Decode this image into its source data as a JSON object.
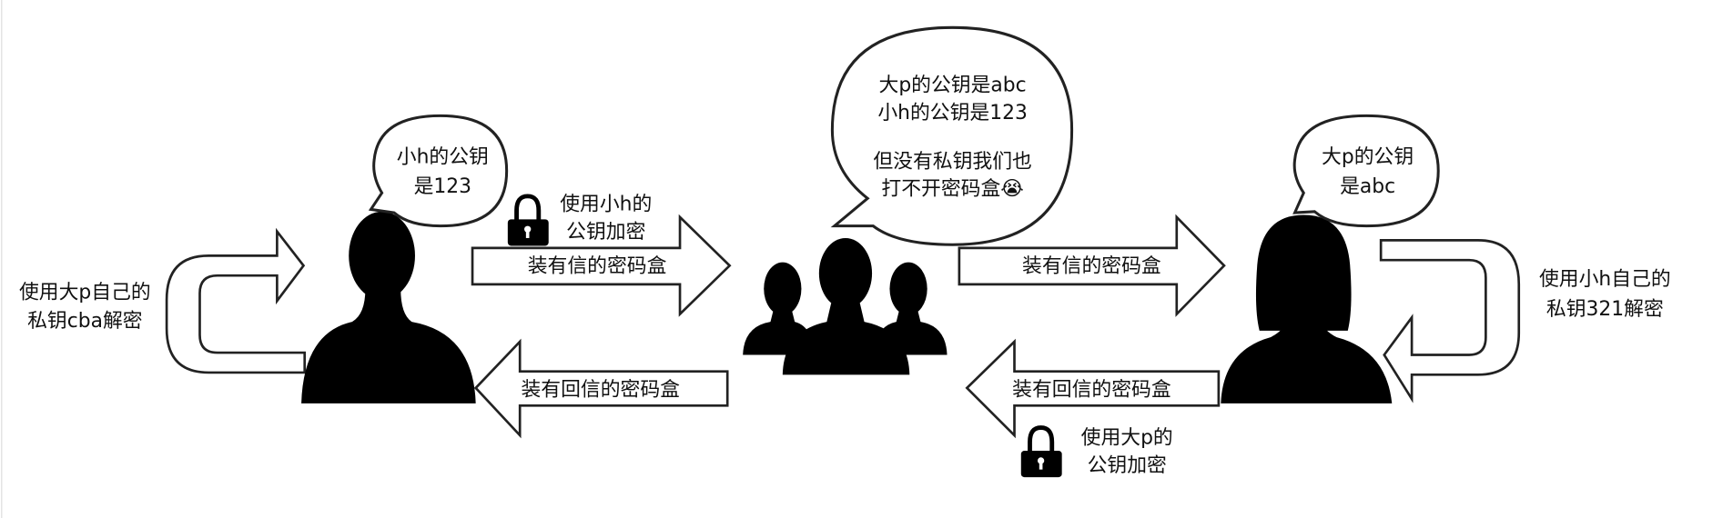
{
  "left_person": {
    "bubble": [
      "小h的公钥",
      "是123"
    ],
    "decrypt_note": [
      "使用大p自己的",
      "私钥cba解密"
    ]
  },
  "top_left_lock_note": [
    "使用小h的",
    "公钥加密"
  ],
  "arrows": {
    "left_to_center": "装有信的密码盒",
    "center_to_left": "装有回信的密码盒",
    "center_to_right": "装有信的密码盒",
    "right_to_center": "装有回信的密码盒"
  },
  "center_group": {
    "bubble": [
      "大p的公钥是abc",
      "小h的公钥是123",
      "但没有私钥我们也",
      "打不开密码盒😭"
    ]
  },
  "right_person": {
    "bubble": [
      "大p的公钥",
      "是abc"
    ],
    "decrypt_note": [
      "使用小h自己的",
      "私钥321解密"
    ]
  },
  "bottom_right_lock_note": [
    "使用大p的",
    "公钥加密"
  ]
}
